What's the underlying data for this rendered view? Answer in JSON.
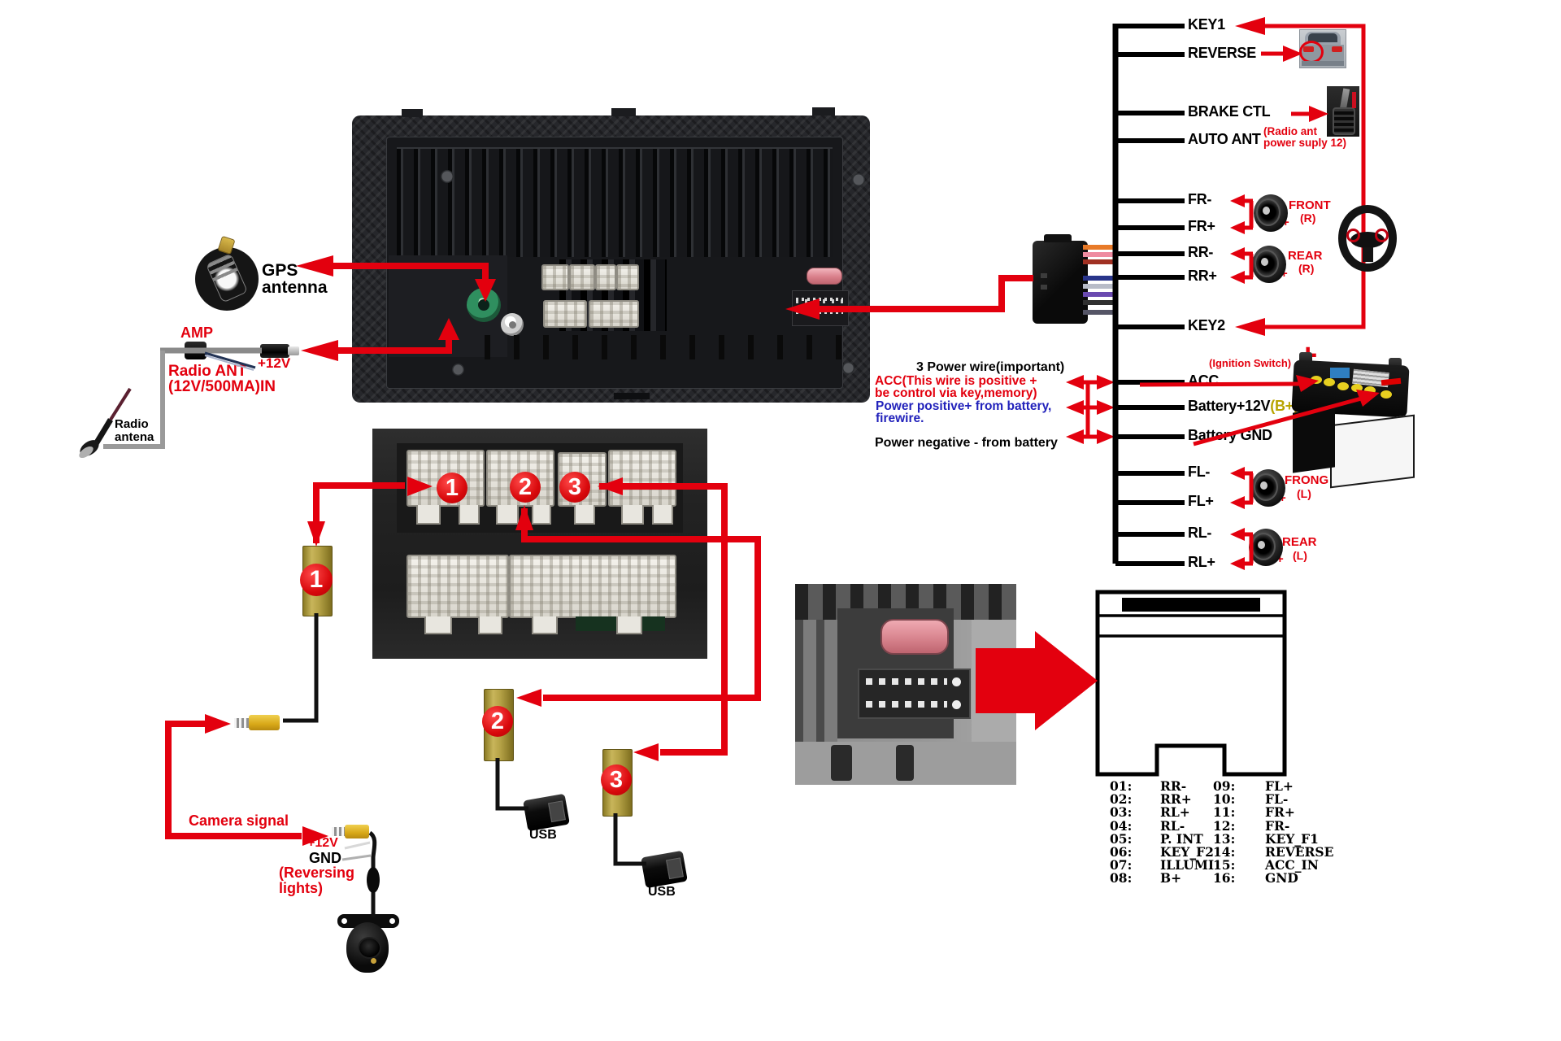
{
  "left": {
    "gps": [
      "GPS",
      "antenna"
    ],
    "amp": "AMP",
    "plus12v": "+12V",
    "radio_ant": [
      "Radio ANT",
      "(12V/500MA)IN"
    ],
    "radio_antenna": [
      "Radio",
      "antena"
    ],
    "camera_signal": "Camera signal",
    "camera_plus12v": "+12V",
    "camera_gnd": "GND",
    "reversing": [
      "(Reversing",
      "lights)"
    ]
  },
  "markers": [
    "1",
    "2",
    "3"
  ],
  "usb_label": "USB",
  "power_block": {
    "heading": "3 Power wire(important)",
    "acc": [
      "ACC(This wire is positive +",
      "be control via key,memory)"
    ],
    "positive": [
      "Power positive+ from battery,",
      "firewire."
    ],
    "negative": "Power negative - from battery"
  },
  "harness": {
    "wires": [
      "KEY1",
      "REVERSE",
      "BRAKE CTL",
      "AUTO ANT",
      "FR-",
      "FR+",
      "RR-",
      "RR+",
      "KEY2",
      "ACC",
      "Battery+12V",
      "Battery GND",
      "FL-",
      "FL+",
      "RL-",
      "RL+"
    ],
    "battery_plus_suffix": "(B+)",
    "auto_ant_note": [
      "(Radio ant",
      "power suply 12)"
    ],
    "ignition": "(Ignition Switch)",
    "plus_sign": "+",
    "speakers": [
      {
        "name": "FRONT",
        "side": "(R)"
      },
      {
        "name": "REAR",
        "side": "(R)"
      },
      {
        "name": "FRONG",
        "side": "(L)"
      },
      {
        "name": "REAR",
        "side": "(L)"
      }
    ],
    "speaker_plus": "+"
  },
  "pin_connector": {
    "row1": [
      "01",
      "02",
      "03",
      "04",
      "05",
      "06",
      "07",
      "08"
    ],
    "row2": [
      "09",
      "10",
      "11",
      "12",
      "13",
      "14",
      "15",
      "16"
    ]
  },
  "pin_map": {
    "col1": [
      [
        "01:",
        "RR-"
      ],
      [
        "02:",
        "RR+"
      ],
      [
        "03:",
        "RL+"
      ],
      [
        "04:",
        "RL-"
      ],
      [
        "05:",
        "P. INT"
      ],
      [
        "06:",
        "KEY_F2"
      ],
      [
        "07:",
        "ILLUMI"
      ],
      [
        "08:",
        "B+"
      ]
    ],
    "col2": [
      [
        "09:",
        "FL+"
      ],
      [
        "10:",
        "FL-"
      ],
      [
        "11:",
        "FR+"
      ],
      [
        "12:",
        "FR-"
      ],
      [
        "13:",
        "KEY_F1"
      ],
      [
        "14:",
        "REVERSE"
      ],
      [
        "15:",
        "ACC_IN"
      ],
      [
        "16:",
        "GND"
      ]
    ]
  },
  "colors": {
    "red": "#e3000e",
    "blue": "#2222bb",
    "gold_b_plus": "#b8a400"
  }
}
